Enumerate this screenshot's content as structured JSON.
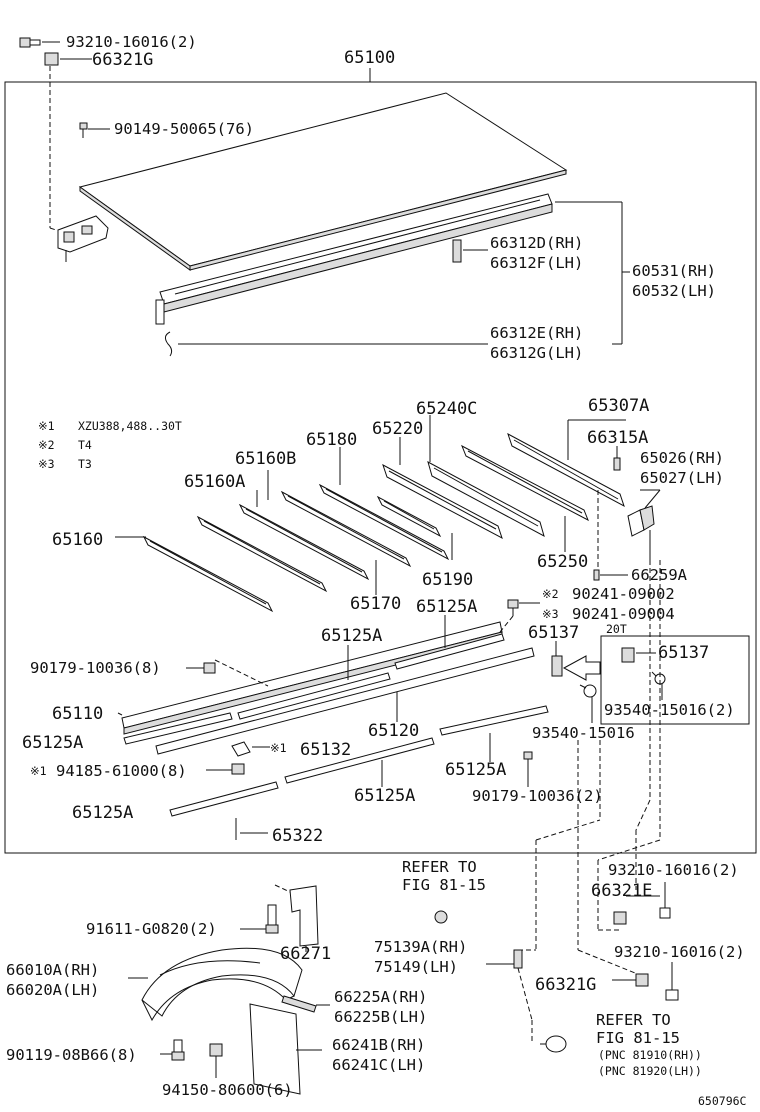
{
  "labels": {
    "l_93210_top": "93210-16016(2)",
    "l_66321G_top": "66321G",
    "l_65100": "65100",
    "l_90149": "90149-50065(76)",
    "l_66312D": "66312D(RH)",
    "l_66312F": "66312F(LH)",
    "l_60531": "60531(RH)",
    "l_60532": "60532(LH)",
    "l_66312E": "66312E(RH)",
    "l_66312G": "66312G(LH)",
    "l_65240C": "65240C",
    "l_65307A": "65307A",
    "l_65220": "65220",
    "l_65180": "65180",
    "l_66315A": "66315A",
    "l_65026": "65026(RH)",
    "l_65027": "65027(LH)",
    "l_65160B": "65160B",
    "l_65160A": "65160A",
    "l_65160": "65160",
    "l_65250": "65250",
    "l_65190": "65190",
    "l_66259A": "66259A",
    "l_65170": "65170",
    "l_65125A_1": "65125A",
    "l_90241_09002": "90241-09002",
    "l_90241_09004": "90241-09004",
    "l_65125A_2": "65125A",
    "l_65137_a": "65137",
    "l_20T": "20T",
    "l_65137_b": "65137",
    "l_90179_a": "90179-10036(8)",
    "l_65110": "65110",
    "l_65120": "65120",
    "l_93540_b": "93540-15016(2)",
    "l_65125A_3": "65125A",
    "l_93540_a": "93540-15016",
    "l_65132": "65132",
    "l_94185": "94185-61000(8)",
    "l_65125A_4": "65125A",
    "l_90179_b": "90179-10036(2)",
    "l_65125A_5": "65125A",
    "l_65125A_6": "65125A",
    "l_65322": "65322",
    "l_refer1_a": "REFER TO",
    "l_refer1_b": "FIG 81-15",
    "l_93210_mid": "93210-16016(2)",
    "l_66321E": "66321E",
    "l_91611": "91611-G0820(2)",
    "l_66271": "66271",
    "l_75139A": "75139A(RH)",
    "l_75149": "75149(LH)",
    "l_93210_bot": "93210-16016(2)",
    "l_66010A": "66010A(RH)",
    "l_66020A": "66020A(LH)",
    "l_66321G_bot": "66321G",
    "l_66225A": "66225A(RH)",
    "l_66225B": "66225B(LH)",
    "l_90119": "90119-08B66(8)",
    "l_66241B": "66241B(RH)",
    "l_66241C": "66241C(LH)",
    "l_refer2_a": "REFER TO",
    "l_refer2_b": "FIG 81-15",
    "l_pnc1": "(PNC 81910(RH))",
    "l_pnc2": "(PNC 81920(LH))",
    "l_94150": "94150-80600(6)",
    "l_fig": "650796C"
  },
  "notes": {
    "m1": "※1",
    "m2": "※2",
    "m3": "※3",
    "m1_text": "XZU388,488..30T",
    "m2_text": "T4",
    "m3_text": "T3",
    "mark1_65132": "※1",
    "mark1_94185": "※1",
    "mark2_90241": "※2",
    "mark3_90241": "※3"
  }
}
